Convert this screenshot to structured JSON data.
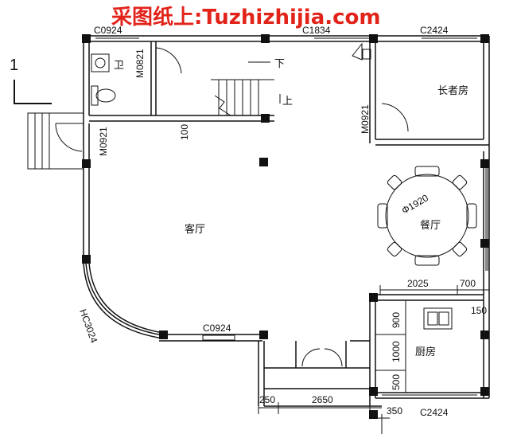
{
  "watermark": "采图纸上:Tuzhizhijia.com",
  "section_marker": "1",
  "rooms": {
    "living": "客厅",
    "dining": "餐厅",
    "kitchen": "厨房",
    "elder": "长者房",
    "bath": "卫"
  },
  "stairs": {
    "down": "下",
    "up": "上"
  },
  "table_dim": "Φ1920",
  "windows": {
    "c0924_top": "C0924",
    "c0924_mid": "C0924",
    "c1834": "C1834",
    "c2424_top": "C2424",
    "c2424_bottom": "C2424",
    "hc3024": "HC3024"
  },
  "doors": {
    "m0821": "M0821",
    "m0921_left": "M0921",
    "m0921_right": "M0921"
  },
  "dims": {
    "d100": "100",
    "d2025": "2025",
    "d700": "700",
    "d150": "150",
    "d900": "900",
    "d1000": "1000",
    "d500": "500",
    "d250": "250",
    "d2650": "2650",
    "d350": "350"
  }
}
